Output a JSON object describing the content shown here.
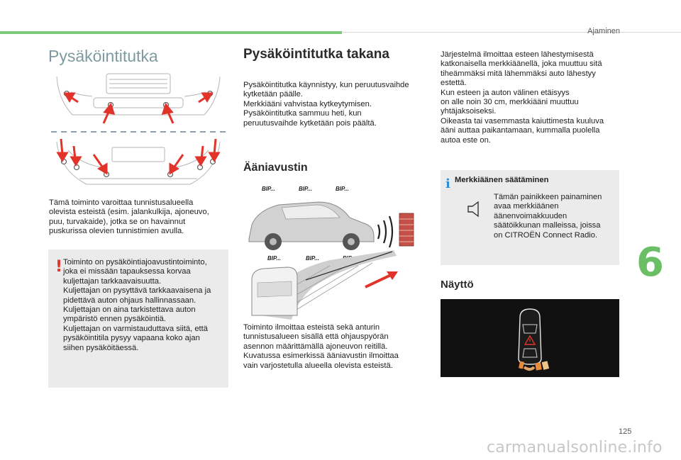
{
  "header": {
    "section": "Ajaminen"
  },
  "chapter_number": "6",
  "page_number": "125",
  "watermark": "carmanualsonline.info",
  "left": {
    "title": "Pysäköintitutka",
    "paragraph": [
      "Tämä toiminto varoittaa tunnistusalueella",
      "olevista esteistä (esim. jalankulkija, ajoneuvo,",
      "puu, turvakaide), jotka se on havainnut",
      "puskurissa olevien tunnistimien avulla."
    ],
    "warning": {
      "symbol": "!",
      "lines": [
        "Toiminto on pysäköintiajoavustintoiminto,",
        "joka ei missään tapauksessa korvaa",
        "kuljettajan tarkkaavaisuutta.",
        "Kuljettajan on pysyttävä tarkkaavaisena ja",
        "pidettävä auton ohjaus hallinnassaan.",
        "Kuljettajan on aina tarkistettava auton",
        "ympäristö ennen pysäköintiä.",
        "Kuljettajan on varmistauduttava siitä, että",
        "pysäköintitila pysyy vapaana koko ajan",
        "siihen pysäköitäessä."
      ]
    }
  },
  "middle": {
    "title": "Pysäköintitutka takana",
    "paragraph": [
      "Pysäköintitutka käynnistyy, kun peruutusvaihde",
      "kytketään päälle.",
      "Merkkiääni vahvistaa kytkeytymisen.",
      "Pysäköintitutka sammuu heti, kun",
      "peruutusvaihde kytketään pois päältä."
    ],
    "subtitle": "Ääniavustin",
    "bip_label": "BIP...",
    "paragraph2": [
      "Toiminto ilmoittaa esteistä sekä anturin",
      "tunnistusalueen sisällä että ohjauspyörän",
      "asennon määrittämällä ajoneuvon reitillä.",
      "Kuvatussa esimerkissä ääniavustin ilmoittaa",
      "vain varjostetulla alueella olevista esteistä."
    ]
  },
  "right": {
    "paragraph": [
      "Järjestelmä ilmoittaa esteen lähestymisestä",
      "katkonaisella merkkiäänellä, joka muuttuu sitä",
      "tiheämmäksi mitä lähemmäksi auto lähestyy",
      "estettä.",
      "Kun esteen ja auton välinen etäisyys",
      "on alle noin 30 cm, merkkiääni muuttuu",
      "yhtäjaksoiseksi.",
      "Oikeasta tai vasemmasta kaiuttimesta kuuluva",
      "ääni auttaa paikantamaan, kummalla puolella",
      "autoa este on."
    ],
    "info": {
      "symbol": "i",
      "title": "Merkkiäänen säätäminen",
      "lines": [
        "Tämän painikkeen painaminen",
        "avaa merkkiäänen",
        "äänenvoimakkuuden",
        "säätöikkunan malleissa, joissa",
        "on CITROËN Connect Radio."
      ]
    },
    "subtitle": "Näyttö"
  },
  "colors": {
    "accent_green": "#7fc97a",
    "arrow_red": "#e2332a",
    "warning_red": "#e2332a",
    "info_blue": "#2e8fd6",
    "title_grey_blue": "#7d9aa0",
    "box_grey": "#ebebeb"
  },
  "icons": {
    "speaker": "speaker-icon",
    "warning": "exclamation-icon",
    "info": "info-icon"
  }
}
